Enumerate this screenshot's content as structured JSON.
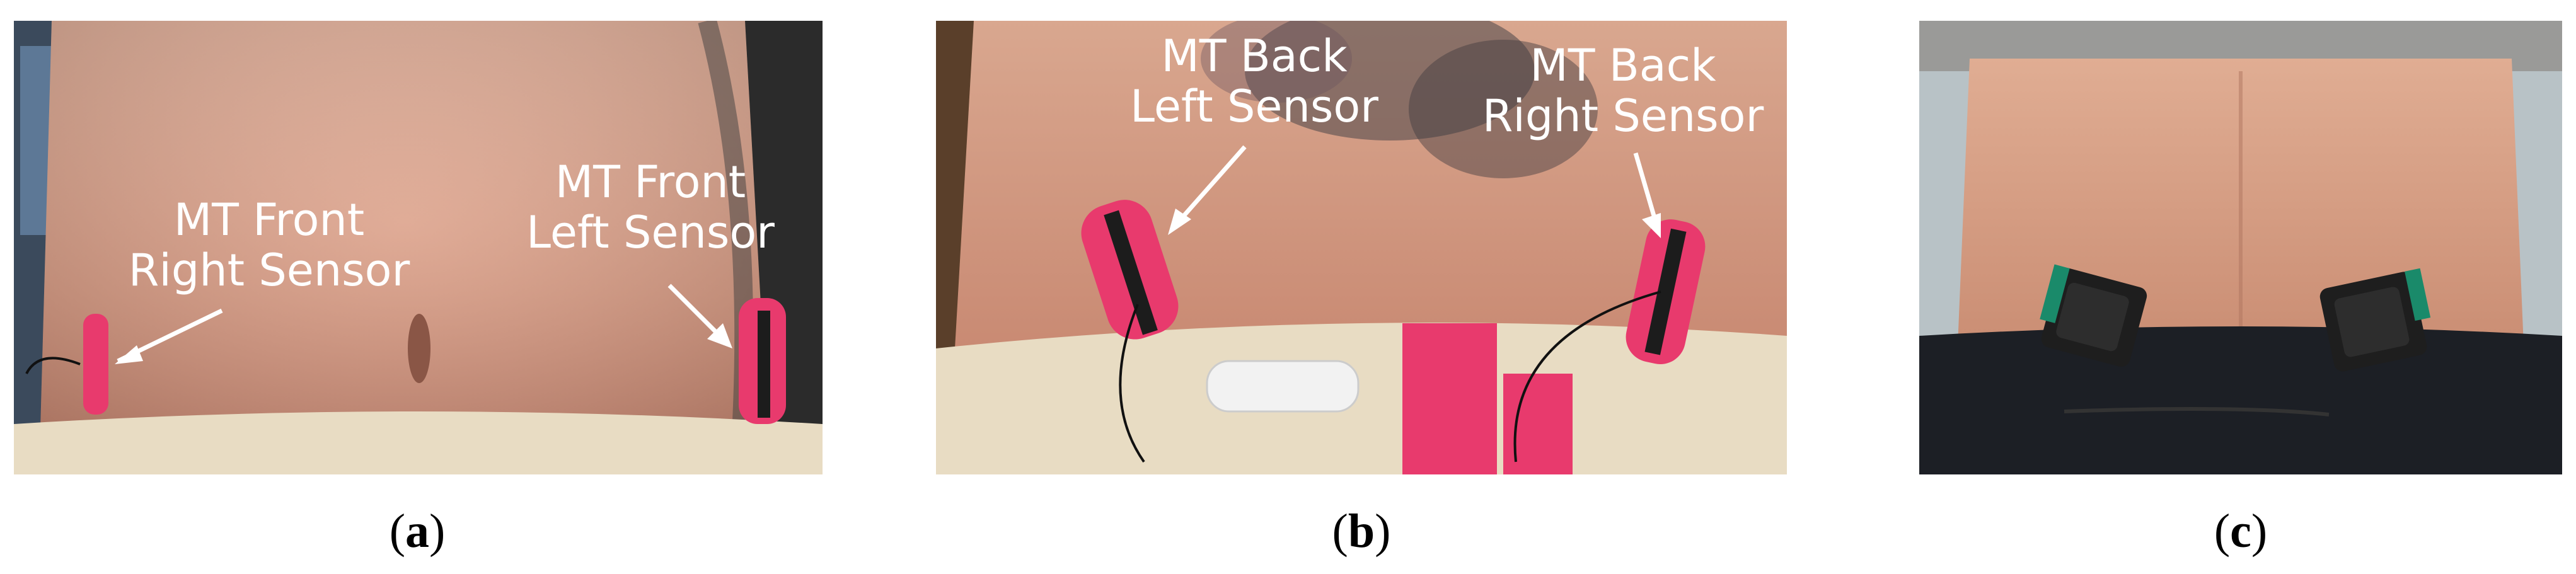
{
  "panels": [
    {
      "caption_open": "(",
      "caption_letter": "a",
      "caption_close": ")",
      "labels": [
        {
          "line1": "MT Front",
          "line2": "Right Sensor"
        },
        {
          "line1": "MT Front",
          "line2": "Left Sensor"
        }
      ]
    },
    {
      "caption_open": "(",
      "caption_letter": "b",
      "caption_close": ")",
      "labels": [
        {
          "line1": "MT Back",
          "line2": "Left Sensor"
        },
        {
          "line1": "MT Back",
          "line2": "Right Sensor"
        }
      ]
    },
    {
      "caption_open": "(",
      "caption_letter": "c",
      "caption_close": ")",
      "labels": []
    }
  ],
  "colors": {
    "skin": "#d9a189",
    "pants_beige": "#e8dcc3",
    "pants_black": "#1c1f25",
    "tape_pink": "#e83a6d",
    "label_text": "#ffffff"
  }
}
